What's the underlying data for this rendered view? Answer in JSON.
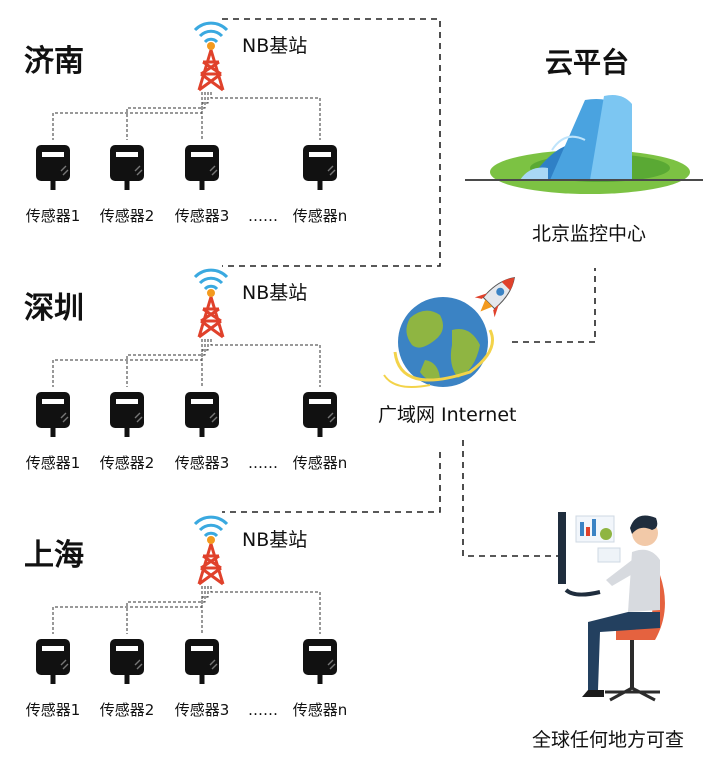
{
  "regions": [
    {
      "city": "济南",
      "station": "NB基站",
      "sensors": [
        "传感器1",
        "传感器2",
        "传感器3",
        "传感器n"
      ],
      "ellipsis": "……"
    },
    {
      "city": "深圳",
      "station": "NB基站",
      "sensors": [
        "传感器1",
        "传感器2",
        "传感器3",
        "传感器n"
      ],
      "ellipsis": "……"
    },
    {
      "city": "上海",
      "station": "NB基站",
      "sensors": [
        "传感器1",
        "传感器2",
        "传感器3",
        "传感器n"
      ],
      "ellipsis": "……"
    }
  ],
  "cloud": {
    "title": "云平台",
    "center": "北京监控中心"
  },
  "network": {
    "label": "广域网 Internet"
  },
  "user": {
    "caption": "全球任何地方可查"
  },
  "icons": [
    "antenna-tower-icon",
    "sensor-device-icon",
    "building-icon",
    "globe-icon",
    "rocket-icon",
    "person-at-computer-icon"
  ],
  "colors": {
    "tower": "#e0412b",
    "signal": "#3aa9e0",
    "globe_ocean": "#3b83c4",
    "globe_land": "#8fb542",
    "building": "#3d97d8",
    "grass": "#7cc243"
  }
}
